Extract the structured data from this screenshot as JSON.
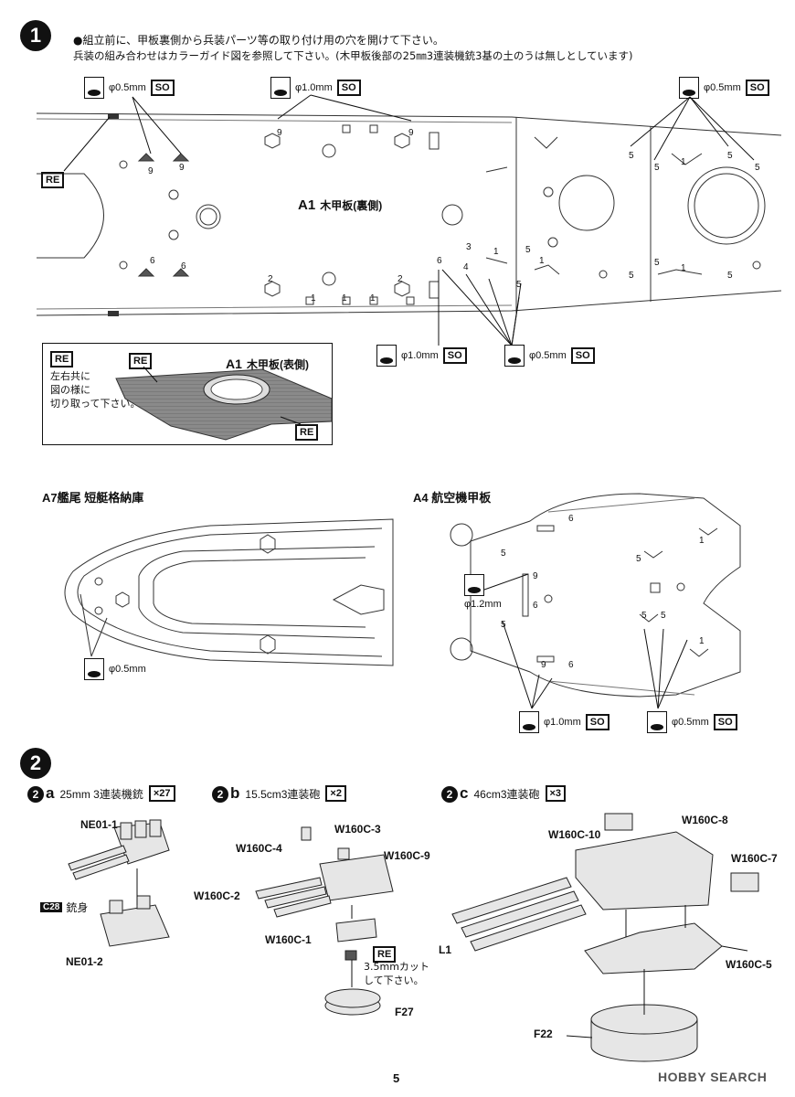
{
  "page_number": "5",
  "watermark": "HOBBY SEARCH",
  "step1": {
    "number": "1",
    "note_line1": "●組立前に、甲板裏側から兵装パーツ等の取り付け用の穴を開けて下さい。",
    "note_line2": "兵装の組み合わせはカラーガイド図を参照して下さい。(木甲板後部の25㎜3連装機銃3基の土のうは無しとしています)",
    "drill_labels": {
      "d05a": "φ0.5mm",
      "d10a": "φ1.0mm",
      "d05b": "φ0.5mm",
      "d10b": "φ1.0mm",
      "d05c": "φ0.5mm"
    },
    "so_tag": "SO",
    "re_tag": "RE",
    "deck_a1_back_part": "A1",
    "deck_a1_back_name": "木甲板(裏側)",
    "deck_a1_front_part": "A1",
    "deck_a1_front_name": "木甲板(表側)",
    "inset_note_l1": "左右共に",
    "inset_note_l2": "図の様に",
    "inset_note_l3": "切り取って下さい。",
    "hole_numbers": [
      "9",
      "9",
      "9",
      "9",
      "2",
      "2",
      "1",
      "1",
      "6",
      "6",
      "6",
      "5",
      "5",
      "5",
      "5",
      "5",
      "5",
      "5",
      "5",
      "5",
      "4",
      "3",
      "1",
      "1",
      "1",
      "1",
      "1"
    ]
  },
  "step1b": {
    "a7_title": "A7艦尾 短艇格納庫",
    "a7_drill": "φ0.5mm",
    "a4_title": "A4 航空機甲板",
    "a4_drill_12": "φ1.2mm",
    "a4_drill_10": "φ1.0mm",
    "a4_drill_05": "φ0.5mm",
    "a4_numbers": [
      "6",
      "5",
      "9",
      "6",
      "5",
      "5",
      "5",
      "1",
      "1",
      "6",
      "9",
      "5"
    ]
  },
  "step2": {
    "number": "2",
    "a": {
      "letter": "a",
      "title": "25mm 3連装機銃",
      "count": "×27",
      "parts": [
        "NE01-1",
        "NE01-2"
      ],
      "c28_tag": "C28",
      "c28_label": "銃身"
    },
    "b": {
      "letter": "b",
      "title": "15.5cm3連装砲",
      "count": "×2",
      "parts": [
        "W160C-3",
        "W160C-4",
        "W160C-9",
        "W160C-2",
        "W160C-1",
        "F27"
      ],
      "cut_note_l1": "3.5mmカット",
      "cut_note_l2": "して下さい。"
    },
    "c": {
      "letter": "c",
      "title": "46cm3連装砲",
      "count": "×3",
      "parts": [
        "W160C-10",
        "W160C-8",
        "W160C-7",
        "L1",
        "W160C-5",
        "F22"
      ]
    }
  }
}
